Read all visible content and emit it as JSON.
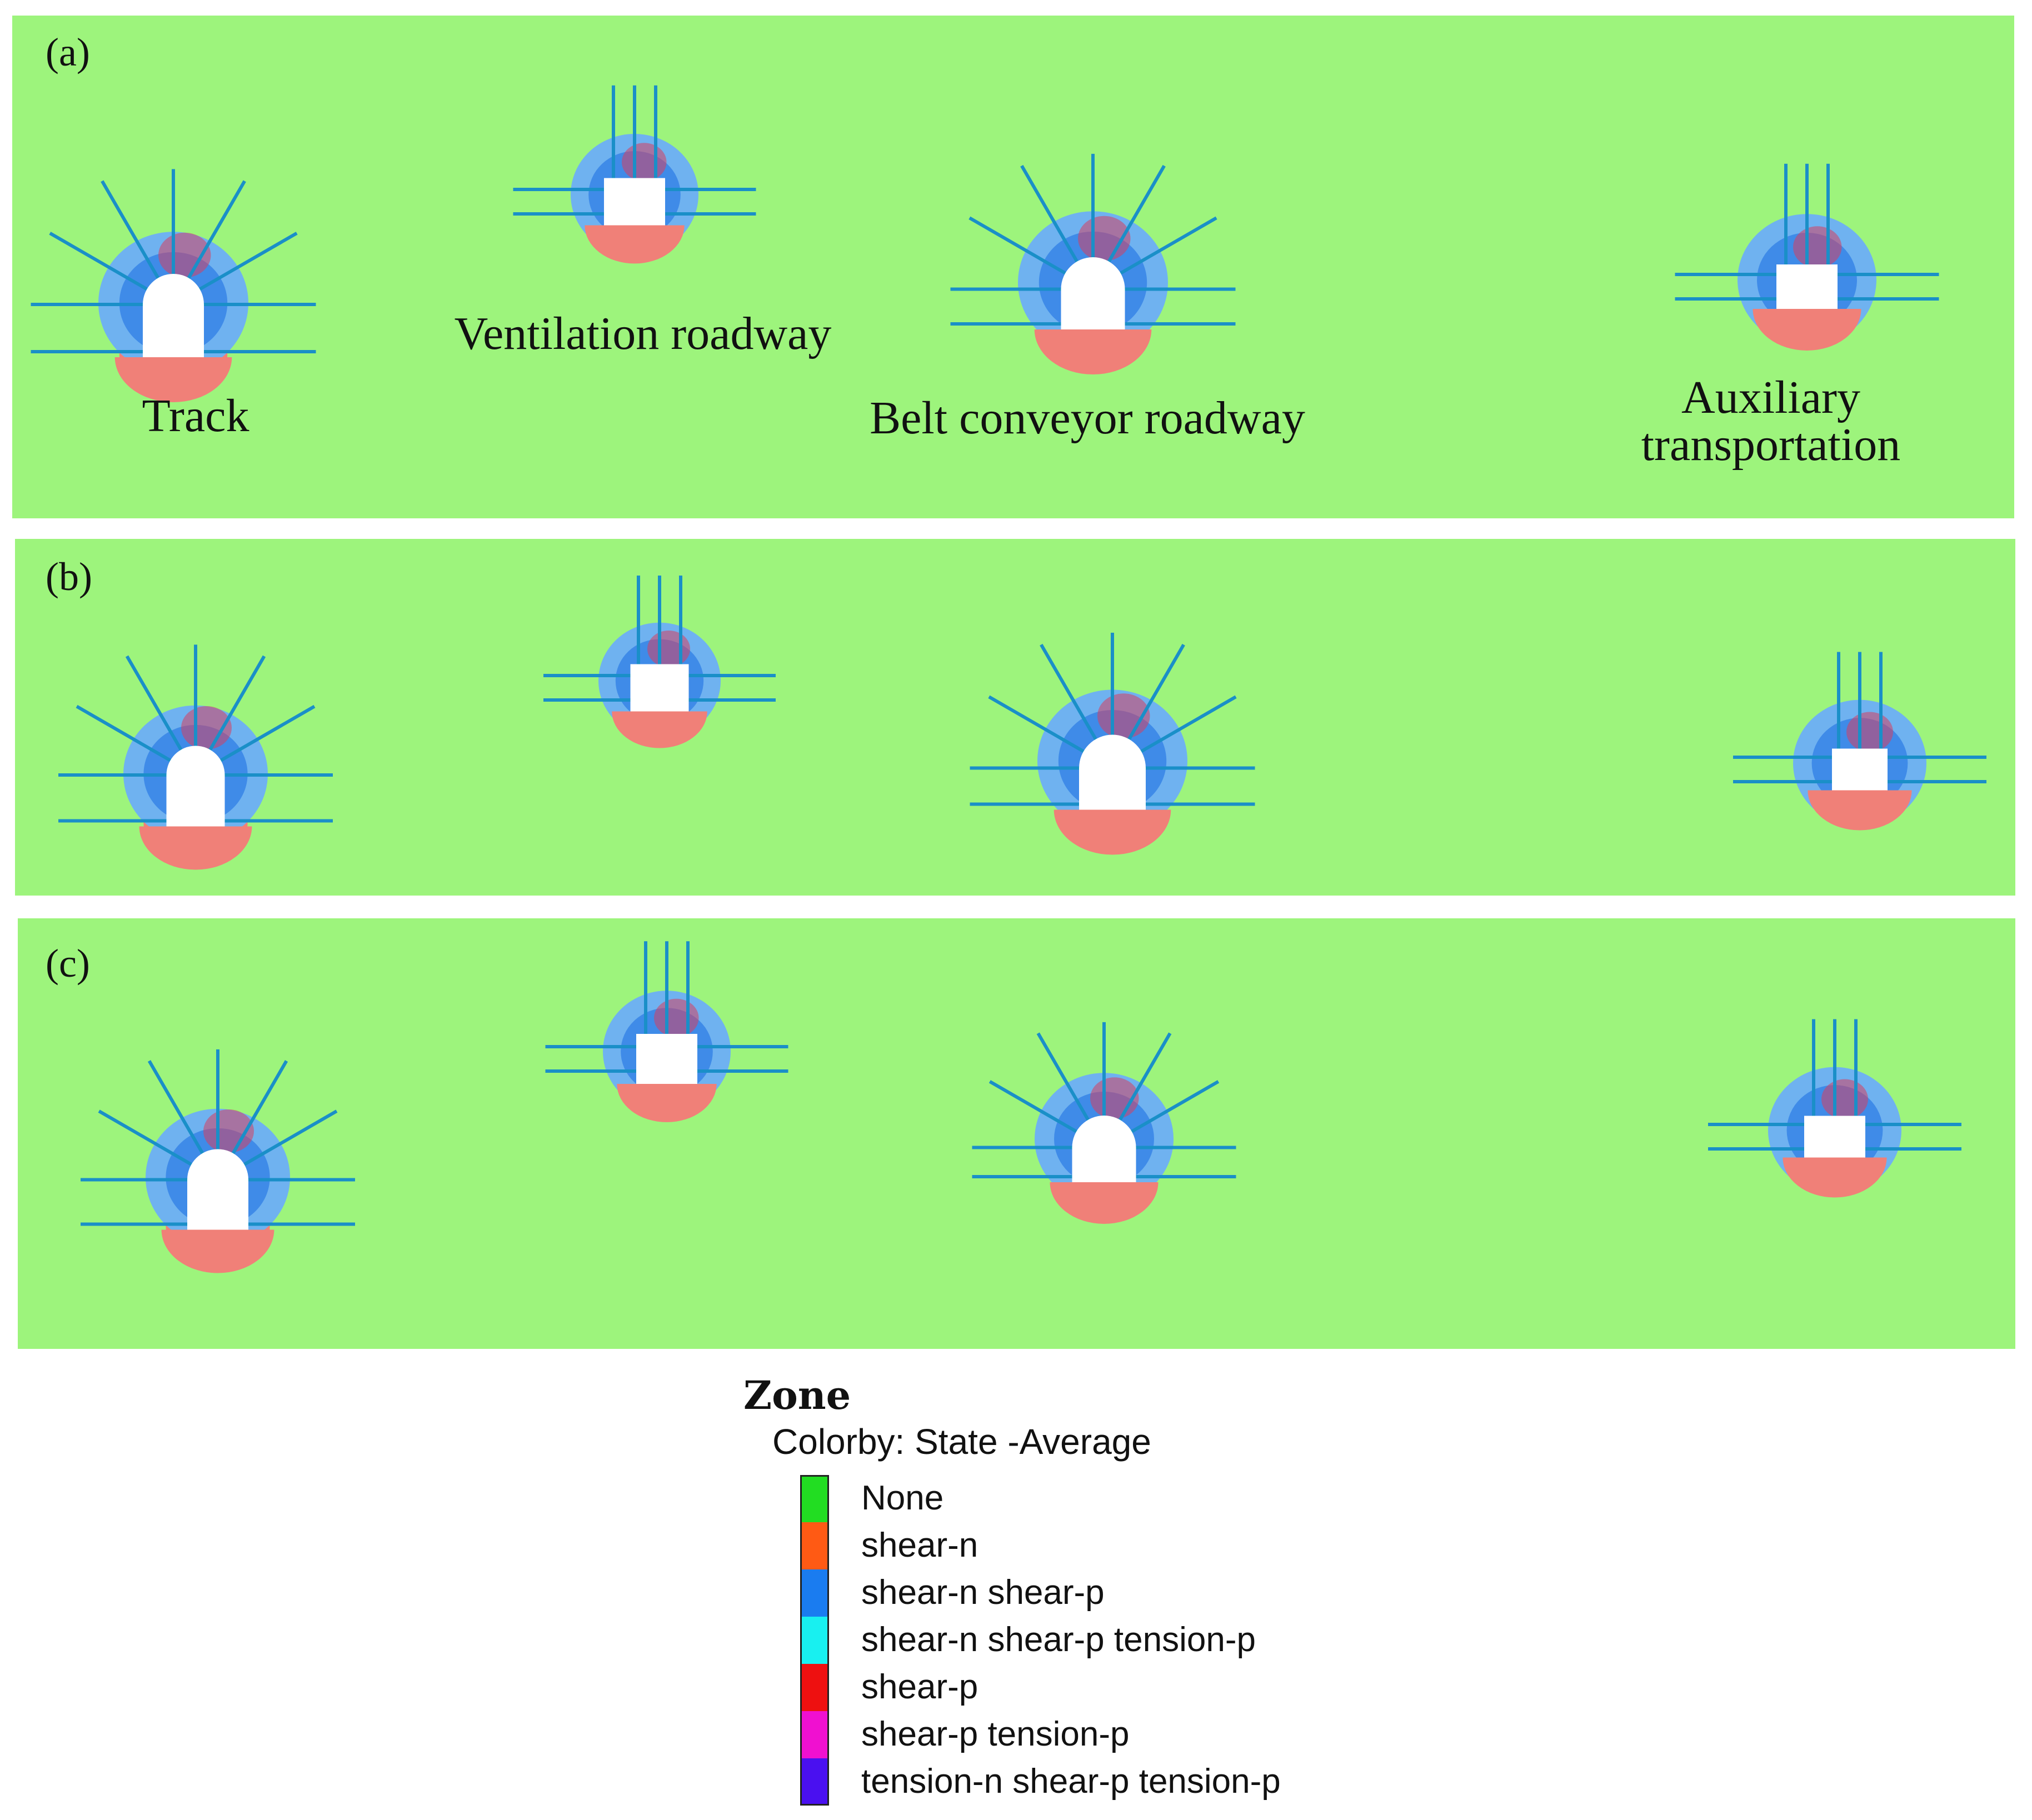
{
  "panels": [
    {
      "letter": "(a)",
      "labels": {
        "track": "Track",
        "ventilation": "Ventilation roadway",
        "belt": "Belt conveyor roadway",
        "aux1": "Auxiliary",
        "aux2": "transportation"
      }
    },
    {
      "letter": "(b)"
    },
    {
      "letter": "(c)"
    }
  ],
  "legend": {
    "title": "Zone",
    "subtitle": "Colorby: State  -Average",
    "items": [
      {
        "label": "None",
        "color": "#22dd22"
      },
      {
        "label": "shear-n",
        "color": "#ff5a14"
      },
      {
        "label": "shear-n shear-p",
        "color": "#1a7cf0"
      },
      {
        "label": "shear-n shear-p tension-p",
        "color": "#18f0f0"
      },
      {
        "label": "shear-p",
        "color": "#ee1010"
      },
      {
        "label": "shear-p tension-p",
        "color": "#f010d0"
      },
      {
        "label": "tension-n shear-p tension-p",
        "color": "#4a10f0"
      }
    ]
  },
  "colors": {
    "background": "#9df47c",
    "zone_blue": "#6fb2f0",
    "zone_dark_blue": "#2f7ee6",
    "zone_pink": "#f08078",
    "zone_red": "#d54060",
    "bolt": "#1a8fc8",
    "opening": "#ffffff"
  }
}
